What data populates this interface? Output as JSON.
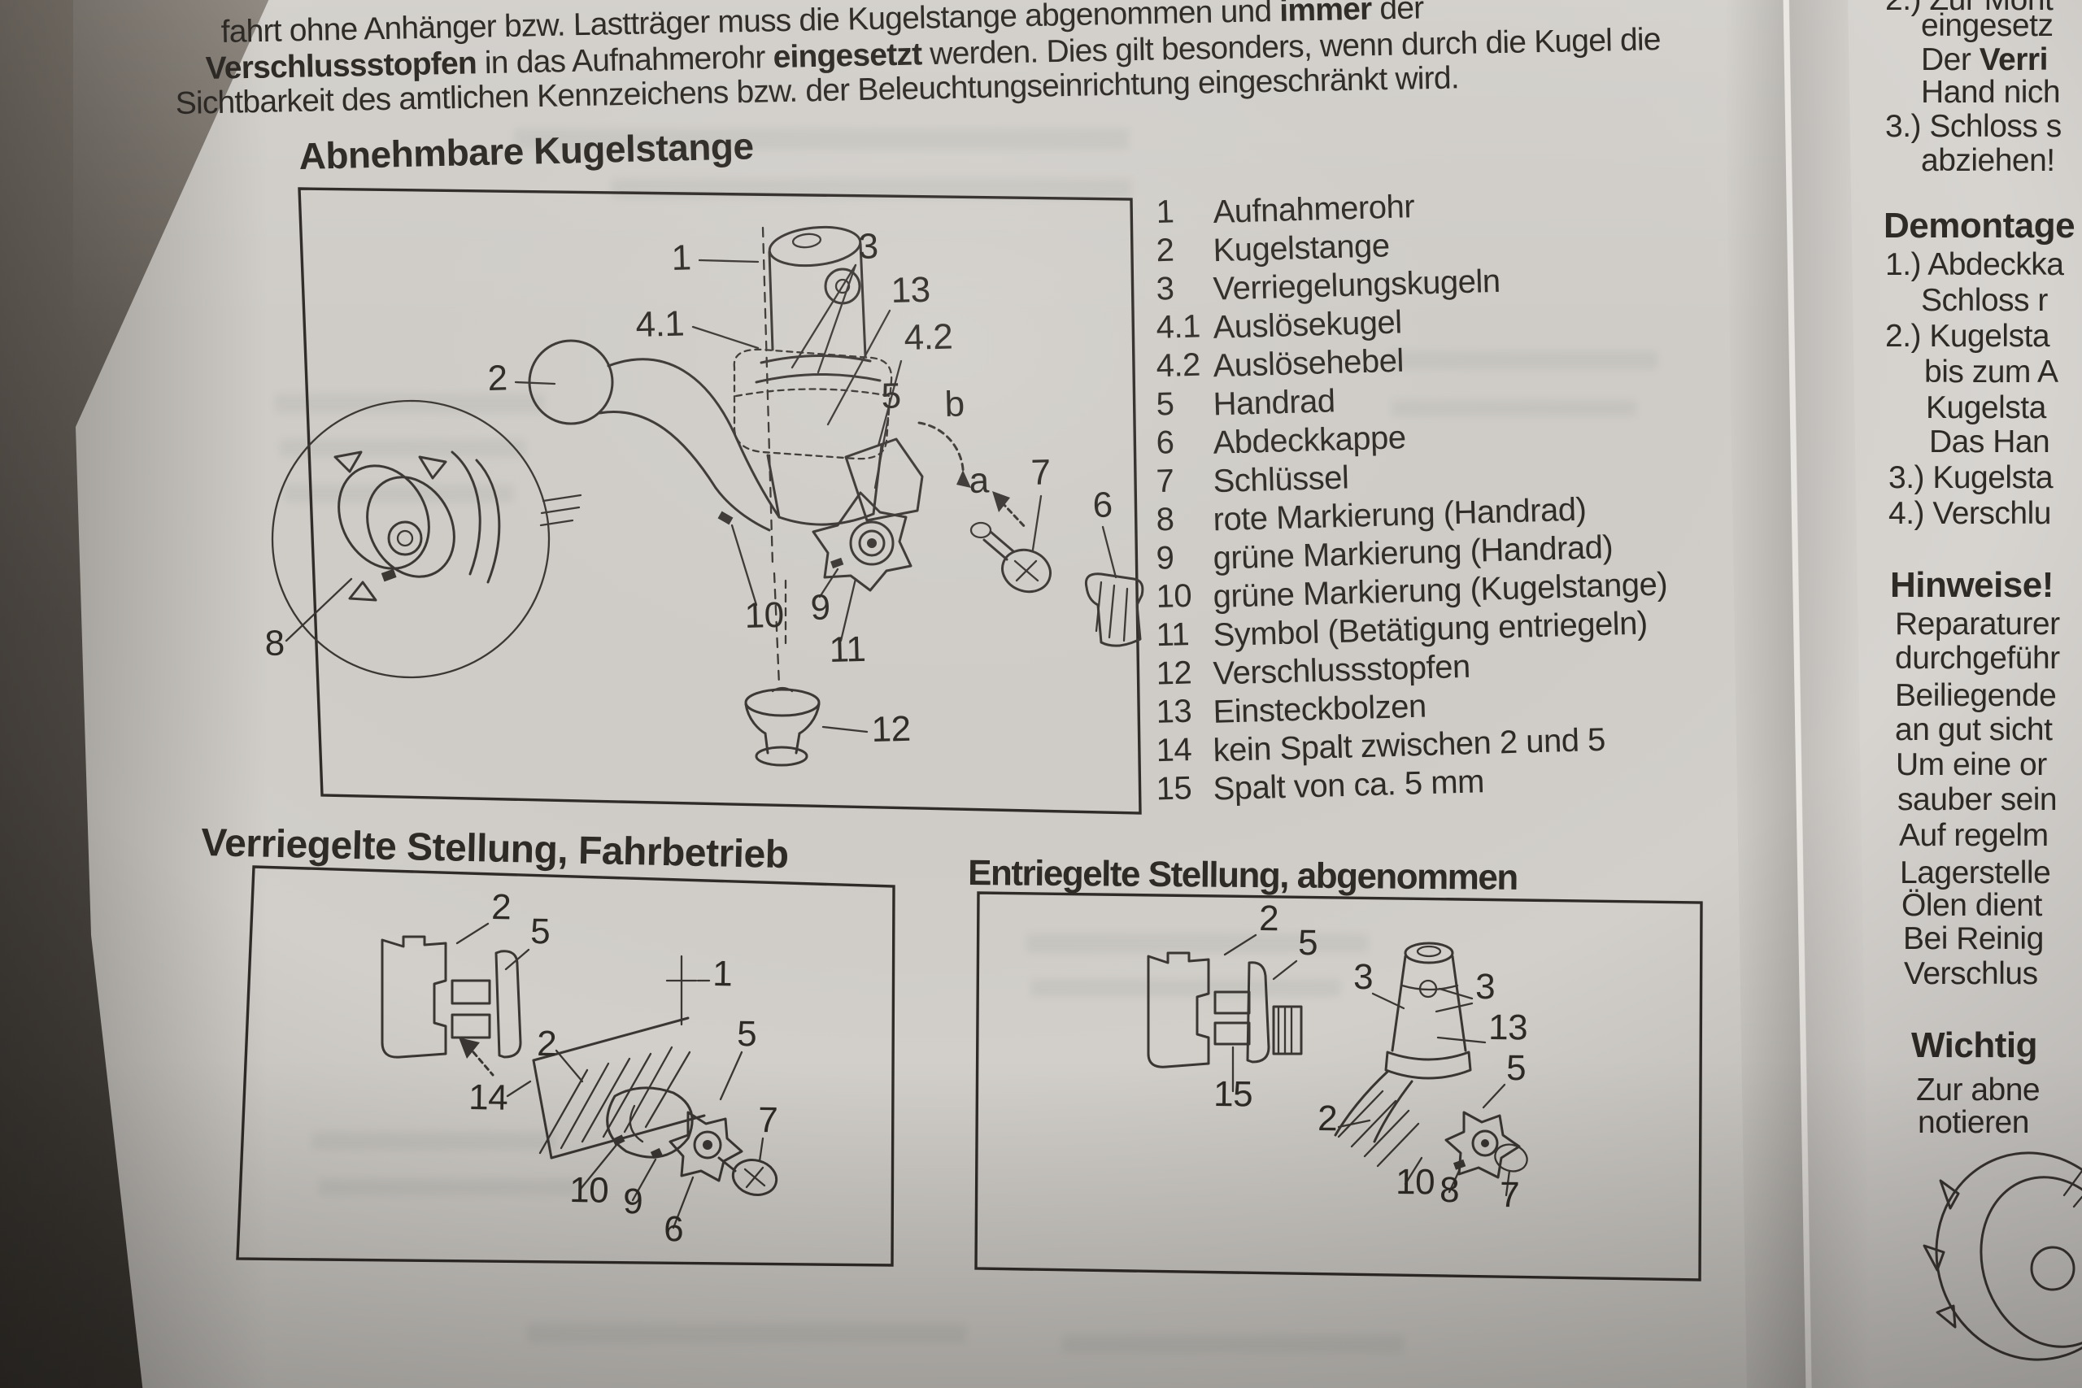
{
  "intro": {
    "l1a": "fahrt ohne Anhänger bzw. Lastträger muss die Kugelstange abgenommen und ",
    "l1b": "immer",
    "l1c": " der",
    "l2a": "Verschlussstopfen",
    "l2b": " in das Aufnahmerohr ",
    "l2c": "eingesetzt",
    "l2d": " werden. Dies gilt besonders, wenn durch die Kugel die",
    "l3": "Sichtbarkeit des amtlichen Kennzeichens bzw. der Beleuchtungseinrichtung eingeschränkt wird."
  },
  "main_figure": {
    "title": "Abnehmbare Kugelstange",
    "callouts": [
      "1",
      "3",
      "13",
      "4.1",
      "4.2",
      "2",
      "5",
      "b",
      "a",
      "7",
      "6",
      "8",
      "10",
      "9",
      "11",
      "12"
    ]
  },
  "legend": {
    "items": [
      {
        "num": "1",
        "label": "Aufnahmerohr"
      },
      {
        "num": "2",
        "label": "Kugelstange"
      },
      {
        "num": "3",
        "label": "Verriegelungskugeln"
      },
      {
        "num": "4.1",
        "label": "Auslösekugel"
      },
      {
        "num": "4.2",
        "label": "Auslösehebel"
      },
      {
        "num": "5",
        "label": "Handrad"
      },
      {
        "num": "6",
        "label": "Abdeckkappe"
      },
      {
        "num": "7",
        "label": "Schlüssel"
      },
      {
        "num": "8",
        "label": "rote Markierung (Handrad)"
      },
      {
        "num": "9",
        "label": "grüne Markierung (Handrad)"
      },
      {
        "num": "10",
        "label": "grüne Markierung (Kugelstange)"
      },
      {
        "num": "11",
        "label": "Symbol (Betätigung entriegeln)"
      },
      {
        "num": "12",
        "label": "Verschlussstopfen"
      },
      {
        "num": "13",
        "label": "Einsteckbolzen"
      },
      {
        "num": "14",
        "label": "kein Spalt zwischen 2 und 5"
      },
      {
        "num": "15",
        "label": "Spalt von ca. 5 mm"
      }
    ]
  },
  "locked_figure": {
    "title": "Verriegelte Stellung, Fahrbetrieb",
    "callouts": [
      "2",
      "5",
      "2",
      "14",
      "1",
      "5",
      "7",
      "10",
      "9",
      "6"
    ]
  },
  "unlocked_figure": {
    "title": "Entriegelte Stellung, abgenommen",
    "callouts": [
      "2",
      "5",
      "3",
      "15",
      "2",
      "3",
      "13",
      "5",
      "10",
      "8",
      "7"
    ]
  },
  "right_page": {
    "der": "Der ",
    "verri": "Verri",
    "lines": [
      "2.) Zur Mont",
      "eingesetz",
      "Hand nich",
      "3.) Schloss s",
      "abziehen!",
      "Demontage",
      "1.) Abdeckka",
      "Schloss r",
      "2.) Kugelsta",
      "bis zum A",
      "Kugelsta",
      "Das Han",
      "3.) Kugelsta",
      "4.) Verschlu",
      "Hinweise!",
      "Reparaturer",
      "durchgeführ",
      "Beiliegende",
      "an gut sicht",
      "Um eine or",
      "sauber sein",
      "Auf regelm",
      "Lagerstelle",
      "Ölen dient",
      "Bei Reinig",
      "Verschlus",
      "Wichtig",
      "Zur abne",
      "notieren"
    ]
  }
}
